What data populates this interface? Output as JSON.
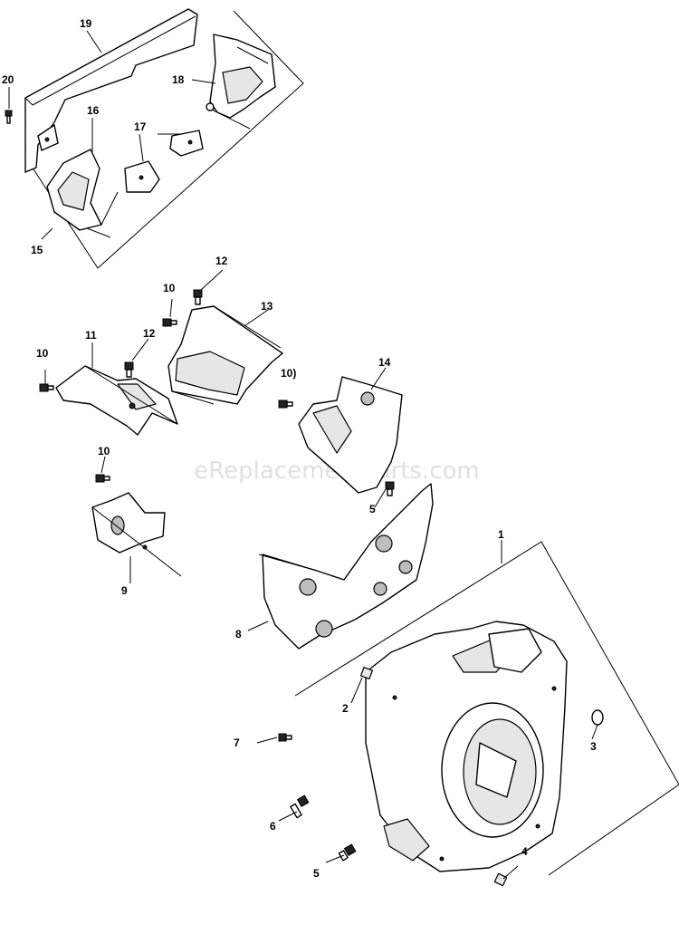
{
  "watermark": "eReplacementParts.com",
  "callouts": {
    "p1": "1",
    "p2": "2",
    "p3": "3",
    "p4": "4",
    "p5a": "5",
    "p5b": "5",
    "p6": "6",
    "p7": "7",
    "p8": "8",
    "p9": "9",
    "p10a": "10",
    "p10b": "10",
    "p10c": "10)",
    "p10d": "10",
    "p11": "11",
    "p12a": "12",
    "p12b": "12",
    "p13": "13",
    "p14": "14",
    "p15": "15",
    "p16": "16",
    "p17": "17",
    "p18": "18",
    "p19": "19",
    "p20": "20"
  }
}
